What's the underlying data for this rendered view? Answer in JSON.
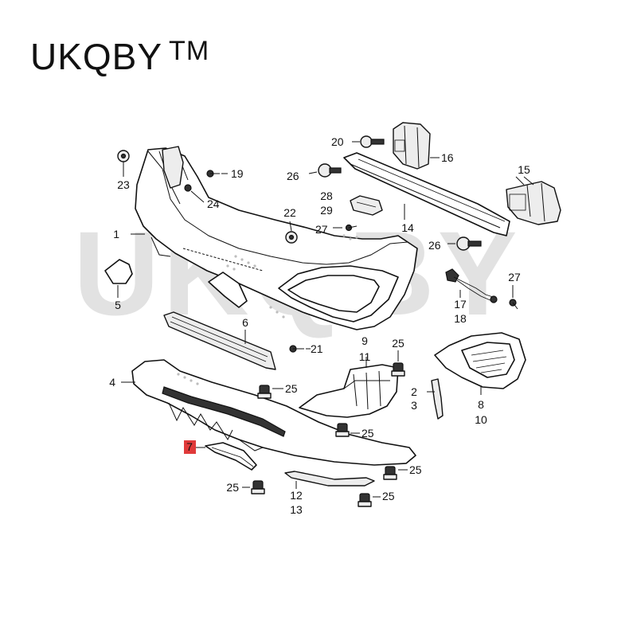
{
  "brand": {
    "name": "UKQBY",
    "trademark": "TM"
  },
  "watermark": "UKQBY",
  "callouts": {
    "c1": "1",
    "c2": "2",
    "c3": "3",
    "c4": "4",
    "c5": "5",
    "c6": "6",
    "c7": "7",
    "c8": "8",
    "c9": "9",
    "c10": "10",
    "c11": "11",
    "c12": "12",
    "c13": "13",
    "c14": "14",
    "c15": "15",
    "c16": "16",
    "c17": "17",
    "c18": "18",
    "c19": "19",
    "c20": "20",
    "c21": "21",
    "c22": "22",
    "c23": "23",
    "c24": "24",
    "c25": "25",
    "c26": "26",
    "c27": "27",
    "c28": "28",
    "c29": "29"
  },
  "highlight": {
    "color": "#e03a3a"
  }
}
